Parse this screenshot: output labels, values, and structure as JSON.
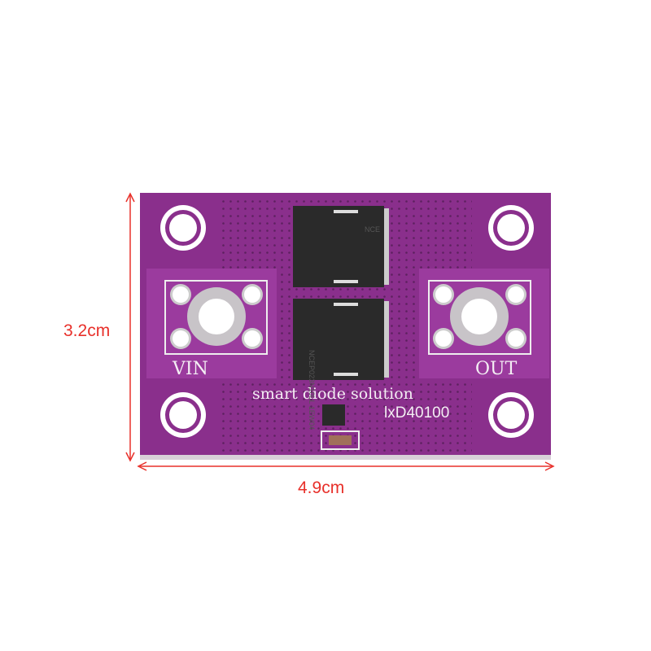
{
  "dimensions": {
    "height": "3.2cm",
    "width": "4.9cm"
  },
  "board": {
    "tagline": "smart diode solution",
    "model": "lxD40100",
    "input_label": "VIN",
    "output_label": "OUT",
    "chip_top_marking": "NCE",
    "chip_bottom_marking": "NCEP023N10LL 1EW04"
  },
  "colors": {
    "board": "#8a2f8c",
    "dimension": "#e8302a",
    "chip": "#2a2a2a"
  }
}
